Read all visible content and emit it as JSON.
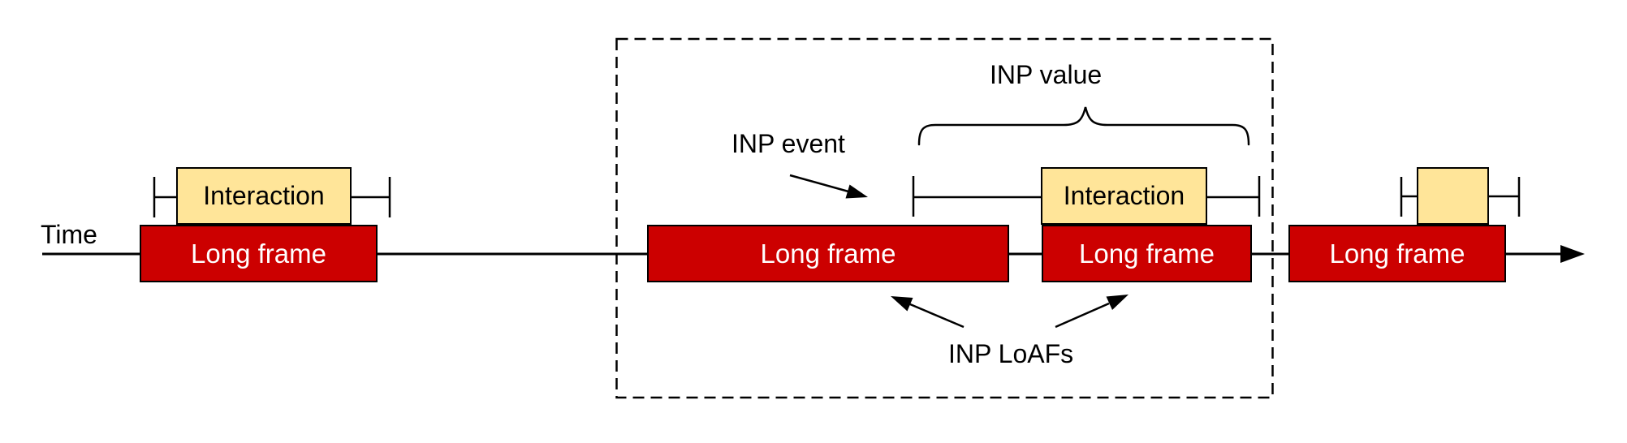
{
  "diagram": {
    "timeline_label": "Time",
    "boxes": {
      "long_frame_label": "Long frame",
      "interaction_label": "Interaction"
    },
    "annotations": {
      "inp_event": "INP event",
      "inp_value": "INP value",
      "inp_loafs": "INP LoAFs"
    },
    "colors": {
      "long_frame_fill": "#cc0000",
      "long_frame_text": "#ffffff",
      "interaction_fill": "#ffe599",
      "stroke": "#000000",
      "background": "#ffffff"
    }
  }
}
